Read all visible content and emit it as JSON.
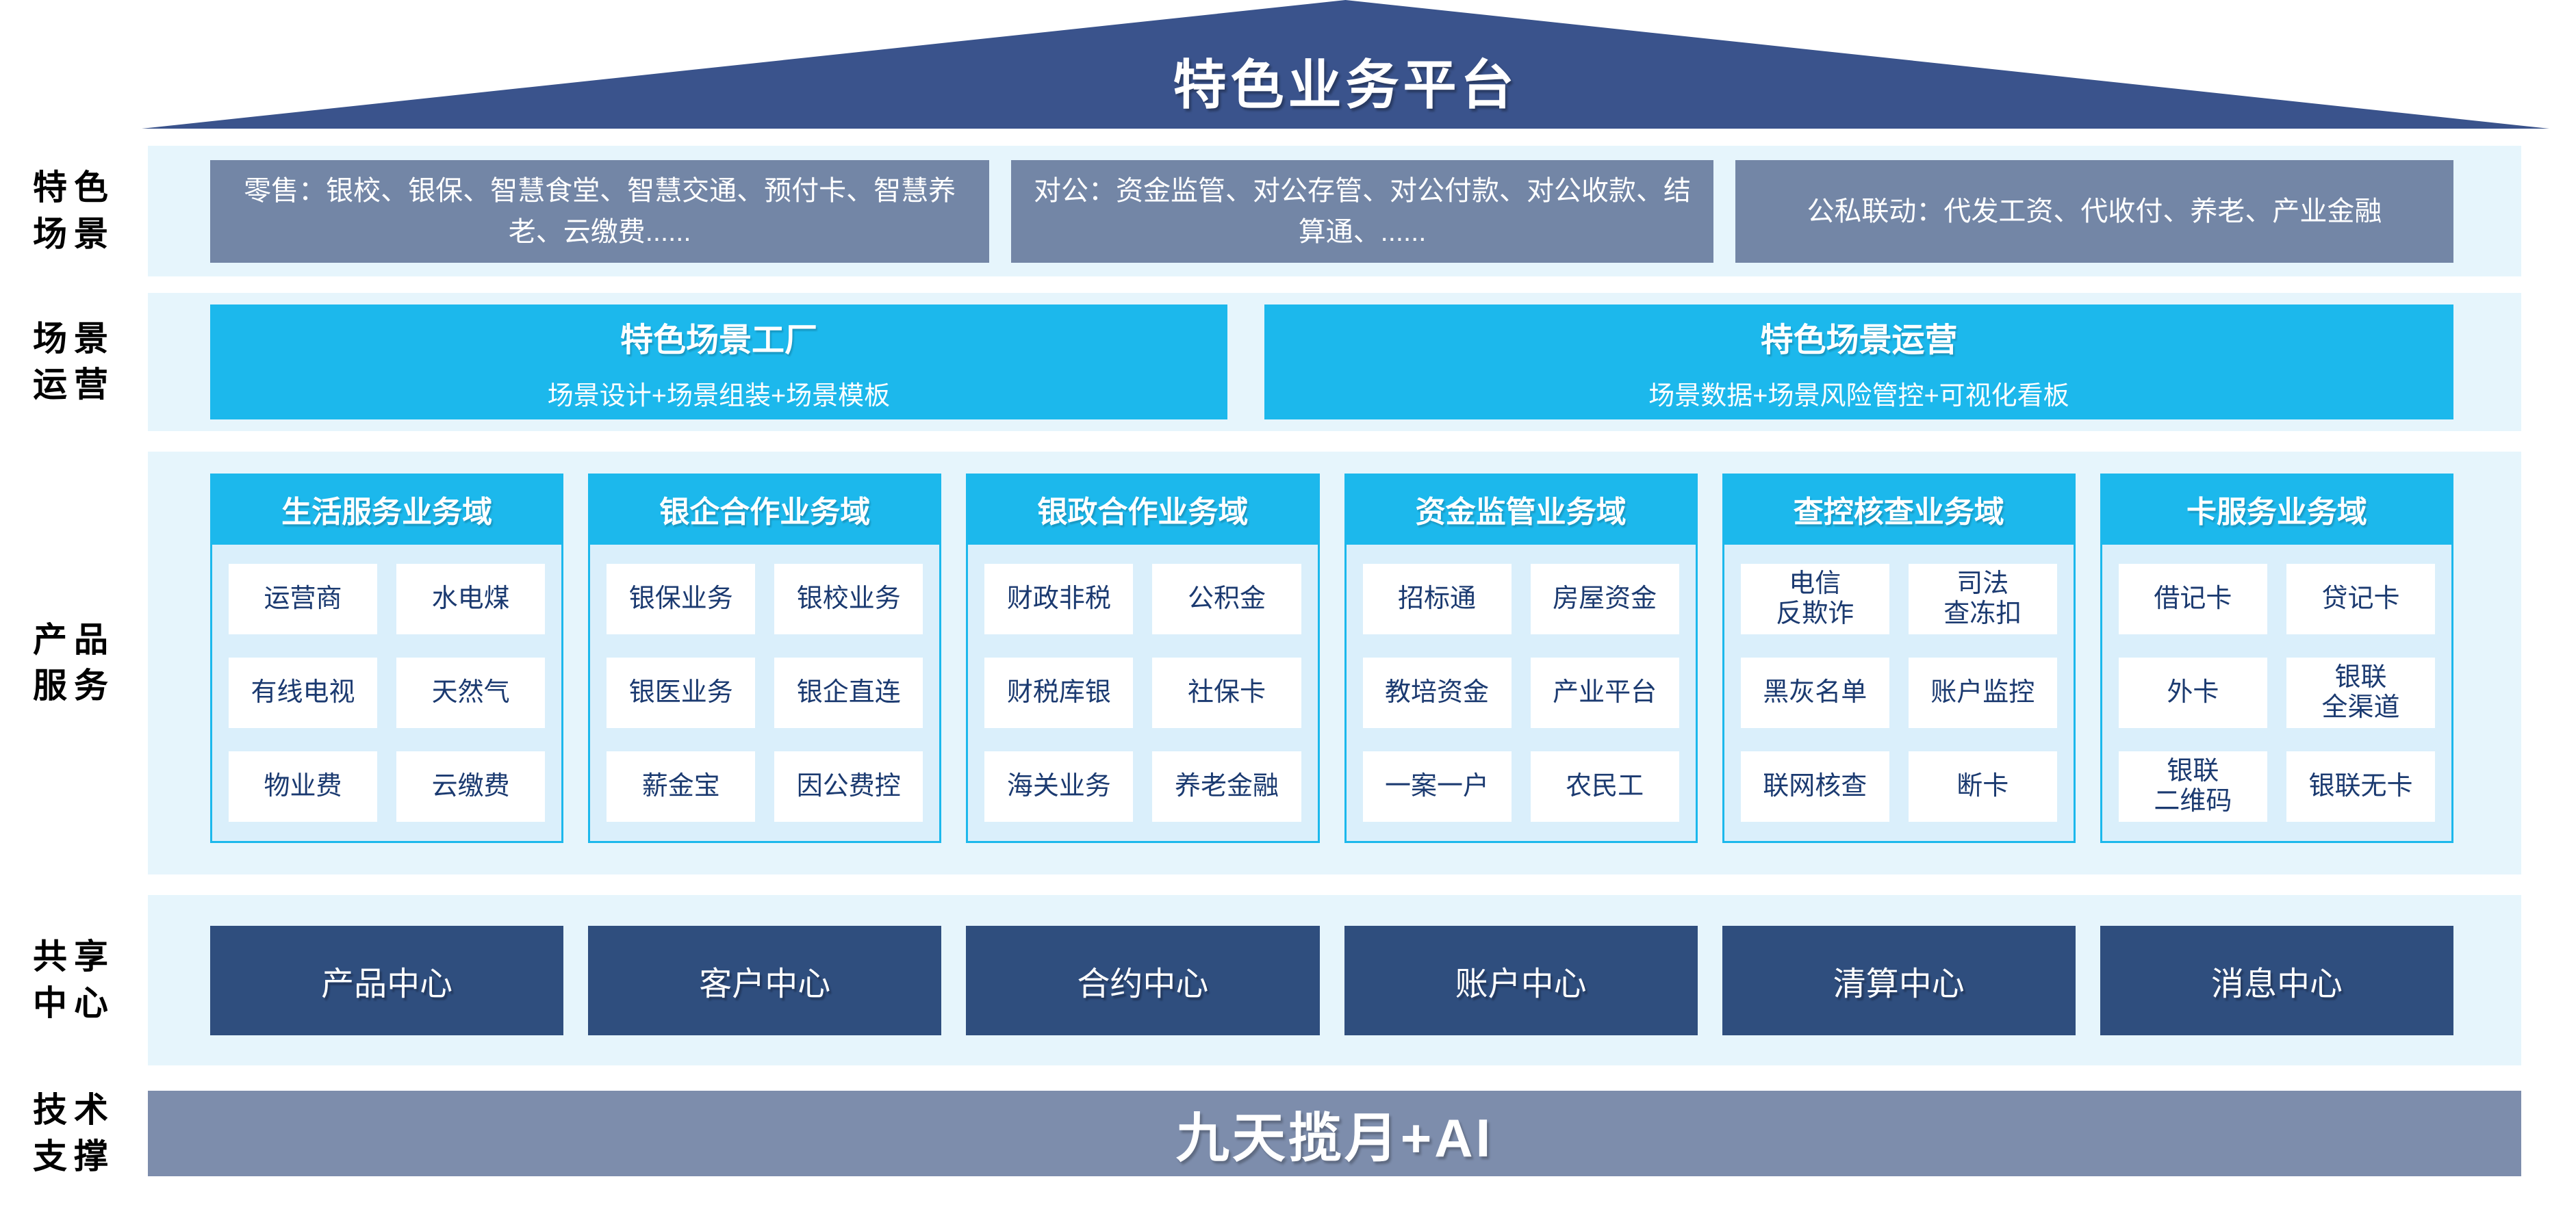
{
  "platform_title": "特色业务平台",
  "left_labels": [
    "特色\n场景",
    "场景\n运营",
    "产品\n服务",
    "共享\n中心",
    "技术\n支撑"
  ],
  "scene_row": {
    "boxes": [
      "零售：银校、银保、智慧食堂、智慧交通、预付卡、智慧养老、云缴费......",
      "对公：资金监管、对公存管、对公付款、对公收款、结算通、......",
      "公私联动：代发工资、代收付、养老、产业金融"
    ]
  },
  "operation_row": {
    "boxes": [
      {
        "title": "特色场景工厂",
        "subtitle": "场景设计+场景组装+场景模板"
      },
      {
        "title": "特色场景运营",
        "subtitle": "场景数据+场景风险管控+可视化看板"
      }
    ]
  },
  "product_row": {
    "columns": [
      {
        "header": "生活服务业务域",
        "items": [
          "运营商",
          "水电煤",
          "有线电视",
          "天然气",
          "物业费",
          "云缴费"
        ]
      },
      {
        "header": "银企合作业务域",
        "items": [
          "银保业务",
          "银校业务",
          "银医业务",
          "银企直连",
          "薪金宝",
          "因公费控"
        ]
      },
      {
        "header": "银政合作业务域",
        "items": [
          "财政非税",
          "公积金",
          "财税库银",
          "社保卡",
          "海关业务",
          "养老金融"
        ]
      },
      {
        "header": "资金监管业务域",
        "items": [
          "招标通",
          "房屋资金",
          "教培资金",
          "产业平台",
          "一案一户",
          "农民工"
        ]
      },
      {
        "header": "查控核查业务域",
        "items": [
          "电信\n反欺诈",
          "司法\n查冻扣",
          "黑灰名单",
          "账户监控",
          "联网核查",
          "断卡"
        ]
      },
      {
        "header": "卡服务业务域",
        "items": [
          "借记卡",
          "贷记卡",
          "外卡",
          "银联\n全渠道",
          "银联\n二维码",
          "银联无卡"
        ]
      }
    ]
  },
  "shared_row": {
    "boxes": [
      "产品中心",
      "客户中心",
      "合约中心",
      "账户中心",
      "清算中心",
      "消息中心"
    ]
  },
  "tech_row": {
    "bar_label": "九天揽月+AI"
  },
  "colors": {
    "roof_navy": "#3a538c",
    "slate_box": "#7386a6",
    "cyan": "#1cb8ec",
    "band_background": "#e6f5fc",
    "panel_background": "#daeffb",
    "item_text_navy": "#1b3a70",
    "shared_box_navy": "#2f4e7e",
    "tech_bar_slate": "#7d8dac"
  }
}
